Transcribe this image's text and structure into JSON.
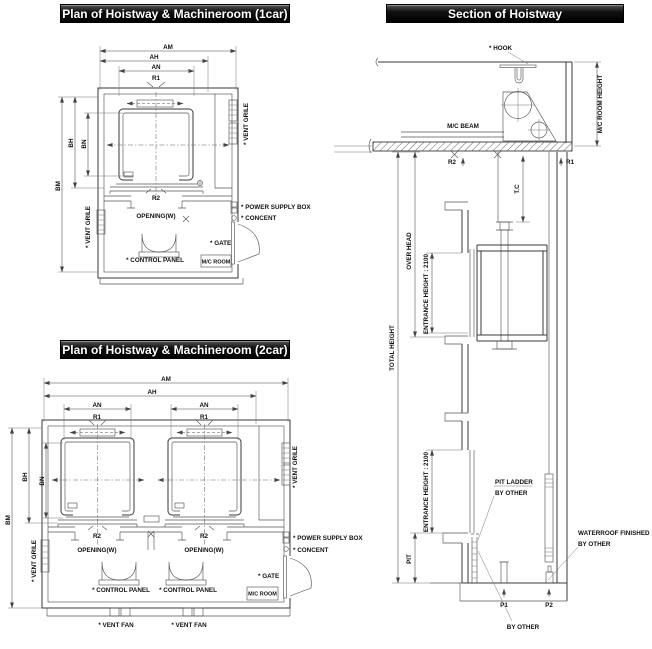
{
  "titles": {
    "plan1": "Plan of Hoistway & Machineroom (1car)",
    "plan2": "Plan of Hoistway & Machineroom (2car)",
    "section": "Section of Hoistway"
  },
  "dims": {
    "am": "AM",
    "ah": "AH",
    "an": "AN",
    "r1": "R1",
    "r2": "R2",
    "bm": "BM",
    "bh": "BH",
    "bn": "BN",
    "tc": "T.C",
    "over_head": "OVER HEAD",
    "total_height": "TOTAL HEIGHT",
    "entrance_height": "ENTRANCE HEIGHT : 2100",
    "pit": "PIT",
    "mc_room_height": "M/C ROOM HEIGHT",
    "p1": "P1",
    "p2": "P2"
  },
  "labels": {
    "vent_grile": "* VENT GRILE",
    "power_supply_box": "* POWER SUPPLY BOX",
    "concent": "* CONCENT",
    "gate": "* GATE",
    "control_panel": "* CONTROL PANEL",
    "mc_room": "M/C ROOM",
    "vent_fan": "* VENT FAN",
    "opening": "OPENING(W)",
    "hook": "* HOOK",
    "mc_beam": "M/C BEAM",
    "pit_ladder": "PIT LADDER",
    "by_other": "BY OTHER",
    "waterroof": "WATERROOF FINISHED"
  },
  "colors": {
    "line": "#555",
    "wall": "#3a3a3a",
    "title_bg": "#000000",
    "title_fg": "#ffffff",
    "paper": "#ffffff"
  }
}
